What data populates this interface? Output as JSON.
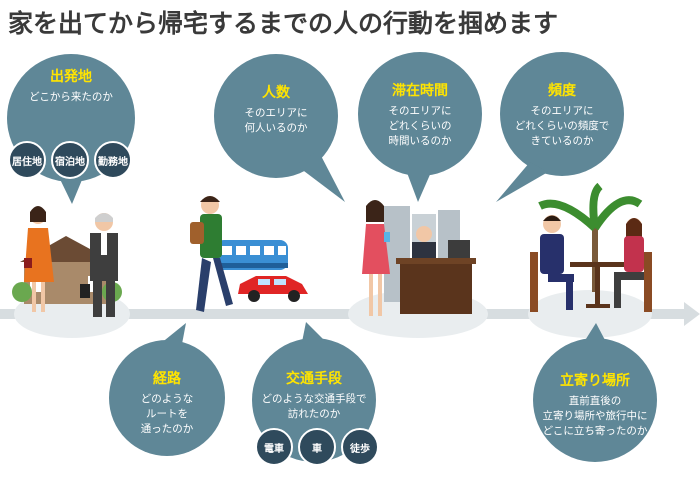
{
  "title": "家を出てから帰宅するまでの人の行動を掴めます",
  "colors": {
    "bubble": "#5f8797",
    "chip": "#2f4a5c",
    "heading": "#ffe400",
    "timeline": "#d7dde0"
  },
  "bubbles": {
    "origin": {
      "heading": "出発地",
      "body": "どこから来たのか",
      "chips": [
        "居住地",
        "宿泊地",
        "勤務地"
      ]
    },
    "people": {
      "heading": "人数",
      "body": "そのエリアに\n何人いるのか"
    },
    "stay": {
      "heading": "滞在時間",
      "body": "そのエリアに\nどれくらいの\n時間いるのか"
    },
    "frequency": {
      "heading": "頻度",
      "body": "そのエリアに\nどれくらいの頻度で\nきているのか"
    },
    "route": {
      "heading": "経路",
      "body": "どのような\nルートを\n通ったのか"
    },
    "transport": {
      "heading": "交通手段",
      "body": "どのような交通手段で\n訪れたのか",
      "chips": [
        "電車",
        "車",
        "徒歩"
      ]
    },
    "stopover": {
      "heading": "立寄り場所",
      "body": "直前直後の\n立寄り場所や旅行中に\nどこに立ち寄ったのか"
    }
  },
  "illustrations": {
    "scene_home": "couple-in-front-of-house-illustration",
    "scene_commute": "walking-man-with-train-and-car-illustration",
    "scene_office": "woman-and-man-at-office-desk-illustration",
    "scene_restaurant": "couple-dining-under-palm-illustration"
  }
}
